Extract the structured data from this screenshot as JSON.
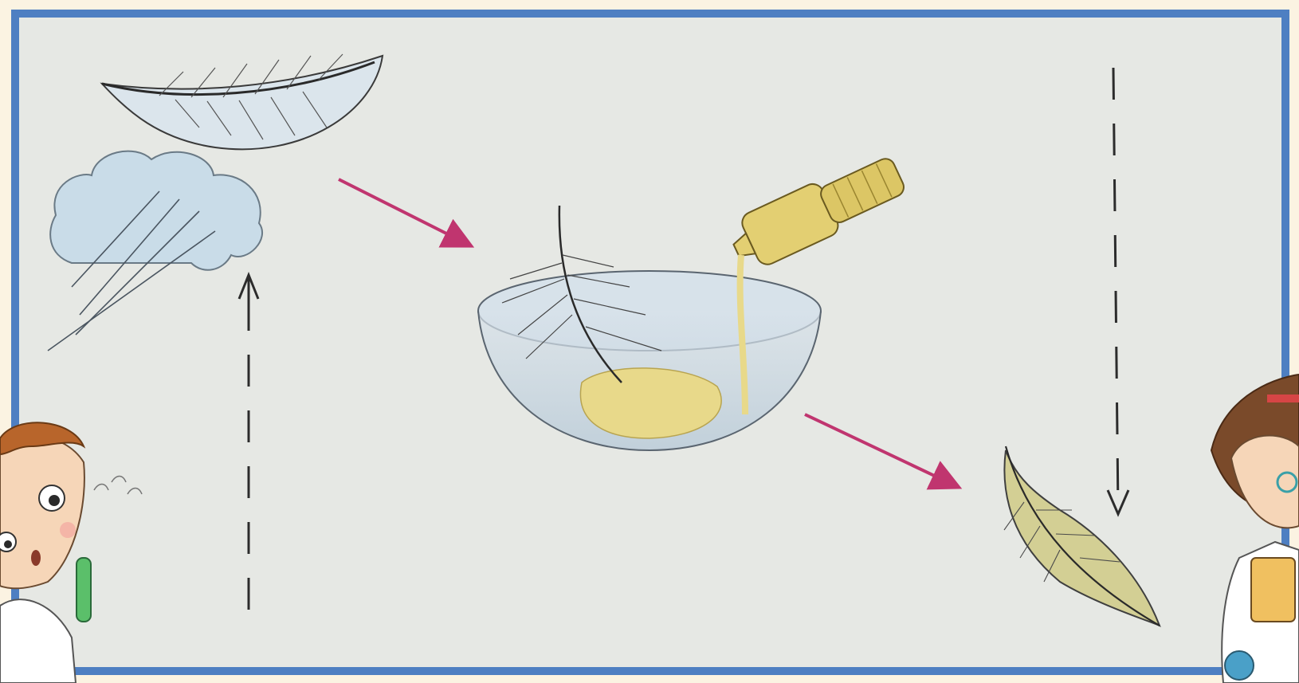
{
  "scene": {
    "frame_color": "#4e7fc2",
    "paper_color": "#e6e8e4",
    "arrow_color": "#c0356f",
    "oil_color": "#e8d98a",
    "steps": [
      {
        "name": "dry-feather-in-air",
        "icons": [
          "feather-icon",
          "air-cloud-icon",
          "up-dashed-arrow-icon"
        ]
      },
      {
        "name": "feather-in-oil-bowl",
        "icons": [
          "oil-bottle-icon",
          "glass-bowl-icon",
          "feather-icon"
        ]
      },
      {
        "name": "oily-feather-falls",
        "icons": [
          "oily-feather-icon",
          "down-dashed-arrow-icon"
        ]
      }
    ],
    "characters": [
      "scientist-boy",
      "scientist-girl"
    ]
  }
}
